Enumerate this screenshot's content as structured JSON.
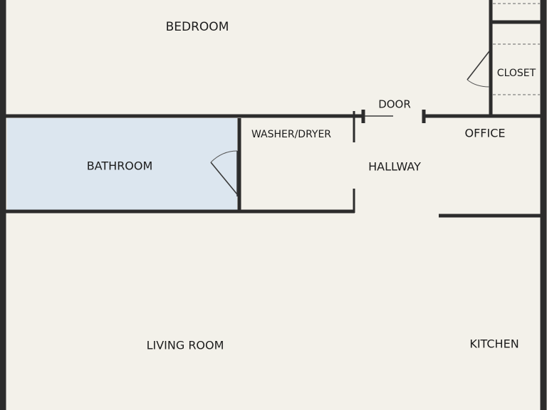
{
  "colors": {
    "background": "#f3f1ea",
    "wall": "#2c2c2c",
    "bathroom_fill": "#dce6ef",
    "text": "#1c1c1c"
  },
  "rooms": {
    "bedroom": "BEDROOM",
    "closet": "CLOSET",
    "door": "DOOR",
    "office": "OFFICE",
    "washer_dryer": "WASHER/DRYER",
    "bathroom": "BATHROOM",
    "hallway": "HALLWAY",
    "living_room": "LIVING ROOM",
    "kitchen": "KITCHEN"
  }
}
